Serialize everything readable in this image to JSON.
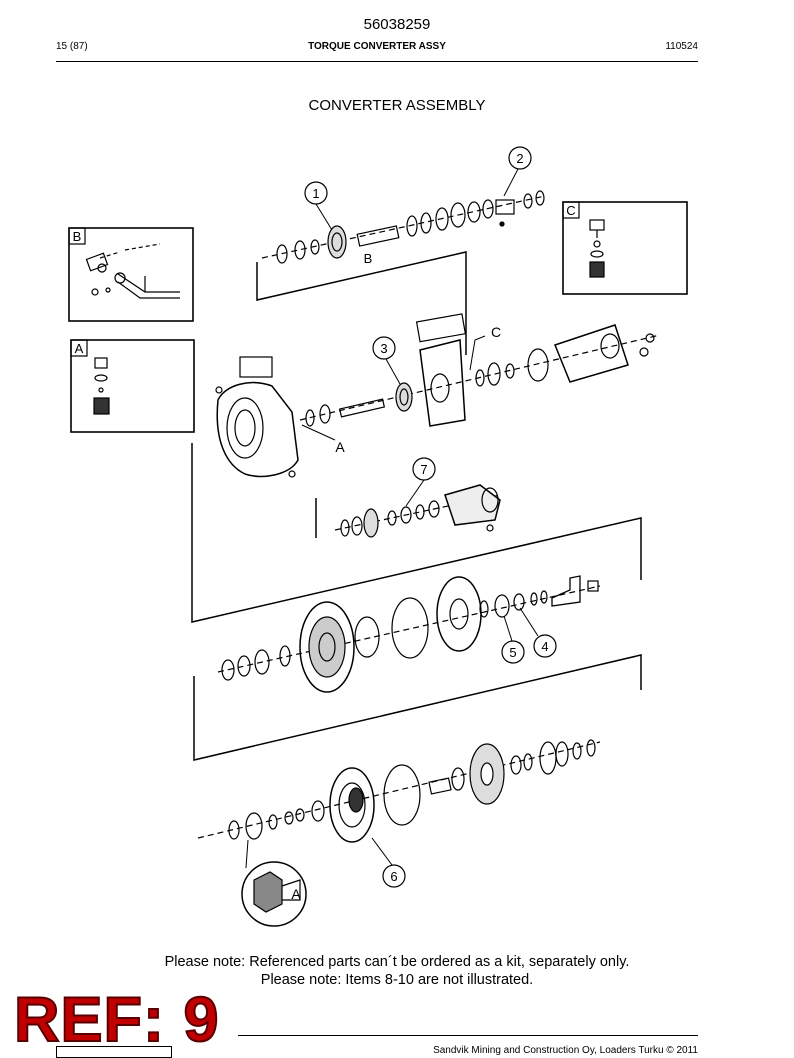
{
  "document": {
    "number": "56038259",
    "page": "15 (87)",
    "section": "TORQUE CONVERTER ASSY",
    "code": "110524",
    "figure_title": "CONVERTER ASSEMBLY"
  },
  "callouts": [
    "1",
    "2",
    "3",
    "4",
    "5",
    "6",
    "7"
  ],
  "detail_labels": {
    "a": "A",
    "b": "B",
    "c": "C"
  },
  "notes": [
    "Please note: Referenced parts can´t be ordered as a kit, separately only.",
    "Please note: Items 8-10 are not illustrated."
  ],
  "ref_stamp": "REF: 9",
  "footer": "Sandvik Mining and Construction Oy, Loaders Turku © 2011",
  "colors": {
    "ink": "#000000",
    "stamp": "#c00000"
  }
}
